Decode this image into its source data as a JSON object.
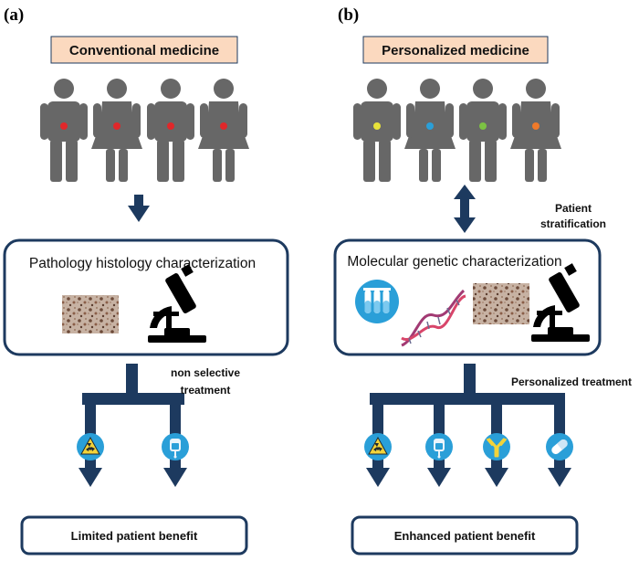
{
  "panel_a": {
    "label": "(a)",
    "title": "Conventional medicine",
    "dot_colors": [
      "#e0272a",
      "#e0272a",
      "#e0272a",
      "#e0272a"
    ],
    "box_title": "Pathology histology characterization",
    "side_label_line1": "non selective",
    "side_label_line2": "treatment",
    "treatment_icons": [
      "radiation-icon",
      "iv-bag-icon"
    ],
    "outcome": "Limited patient benefit"
  },
  "panel_b": {
    "label": "(b)",
    "title": "Personalized medicine",
    "dot_colors": [
      "#e8e23a",
      "#2a9fd8",
      "#7cc243",
      "#f07a2a"
    ],
    "stratification_line1": "Patient",
    "stratification_line2": "stratification",
    "box_title": "Molecular genetic characterization",
    "side_label": "Personalized treatment",
    "treatment_icons": [
      "radiation-icon",
      "iv-bag-icon",
      "antibody-icon",
      "pill-icon"
    ],
    "outcome": "Enhanced patient benefit"
  },
  "colors": {
    "navy": "#1d3a5f",
    "person": "#676767",
    "title_fill": "#fbd9bf",
    "icon_circle": "#2a9fd8"
  }
}
